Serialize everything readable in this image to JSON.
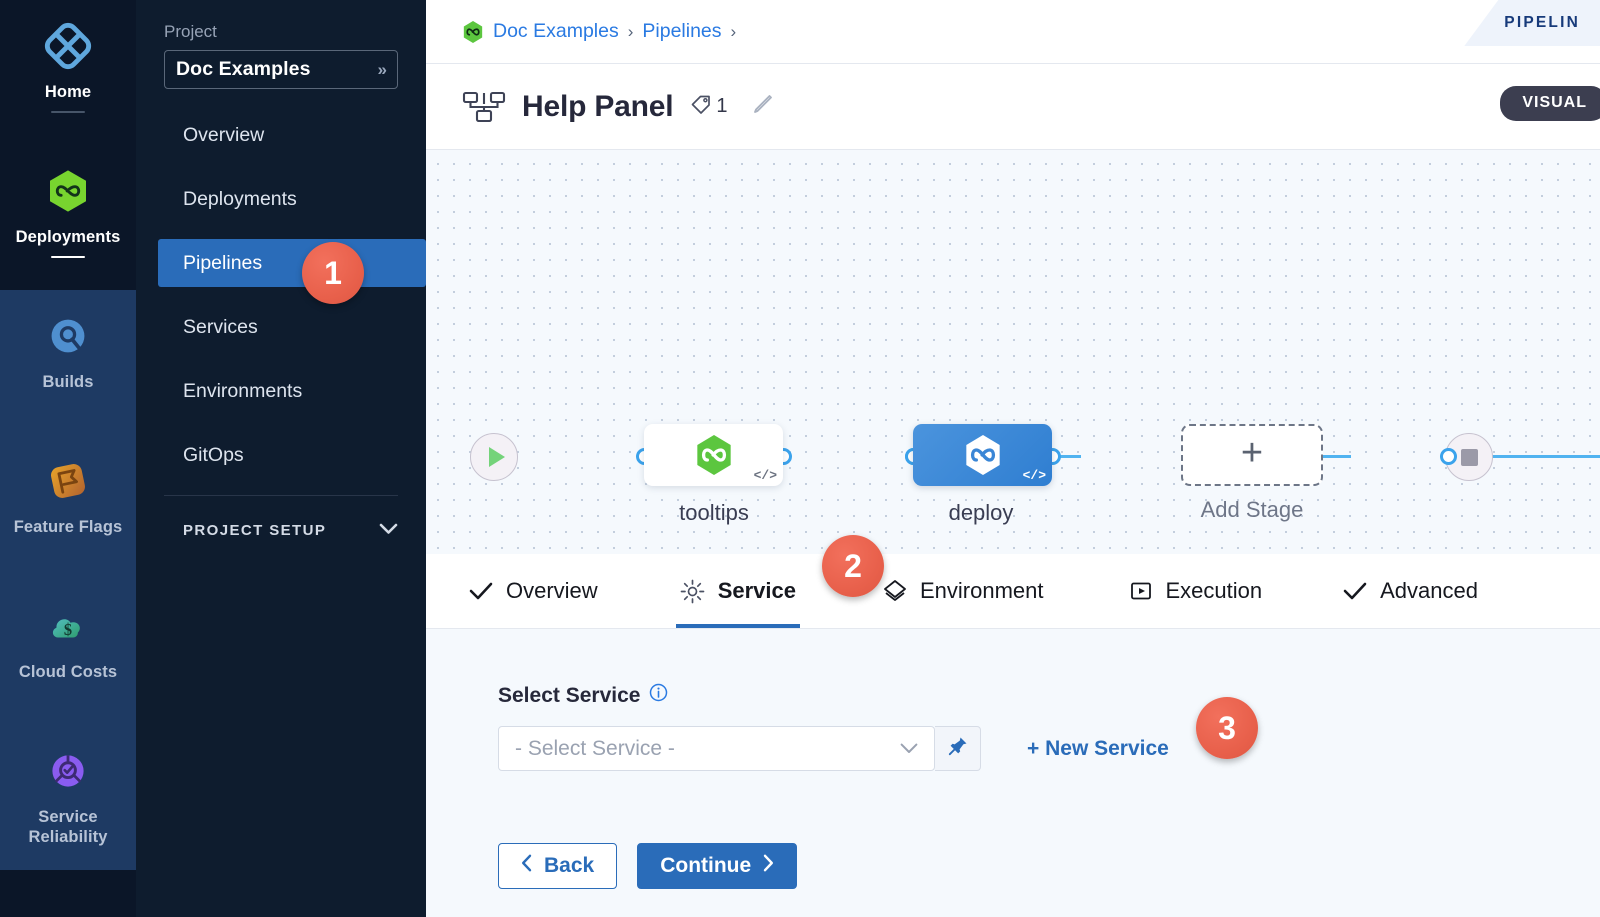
{
  "module_rail": {
    "items": [
      {
        "label": "Home",
        "icon": "home-diamond-icon",
        "state": "current",
        "underline": "dim"
      },
      {
        "label": "Deployments",
        "icon": "deployments-infinity-icon",
        "state": "active",
        "underline": "light"
      },
      {
        "label": "Builds",
        "icon": "builds-icon",
        "state": "plain",
        "underline": "none"
      },
      {
        "label": "Feature Flags",
        "icon": "feature-flags-icon",
        "state": "plain",
        "underline": "none"
      },
      {
        "label": "Cloud Costs",
        "icon": "cloud-costs-icon",
        "state": "plain",
        "underline": "none"
      },
      {
        "label": "Service Reliability",
        "icon": "service-reliability-icon",
        "state": "plain",
        "underline": "none"
      }
    ]
  },
  "project_nav": {
    "section_label": "Project",
    "selected_project": "Doc Examples",
    "expand_icon": "chevron-double-right-icon",
    "items": [
      {
        "label": "Overview",
        "selected": false
      },
      {
        "label": "Deployments",
        "selected": false
      },
      {
        "label": "Pipelines",
        "selected": true
      },
      {
        "label": "Services",
        "selected": false
      },
      {
        "label": "Environments",
        "selected": false
      },
      {
        "label": "GitOps",
        "selected": false
      }
    ],
    "setup_label": "PROJECT SETUP",
    "setup_icon": "chevron-down-icon"
  },
  "breadcrumb": {
    "project_icon": "harness-module-icon",
    "crumbs": [
      "Doc Examples",
      "Pipelines"
    ],
    "separator": "›",
    "corner_tab": "PIPELIN"
  },
  "header": {
    "pipeline_icon": "pipeline-nodes-icon",
    "title": "Help Panel",
    "tag_icon": "tag-icon",
    "tag_count": "1",
    "edit_icon": "pencil-icon",
    "mode_badge": "VISUAL"
  },
  "canvas": {
    "start_node_icon": "play-icon",
    "end_node_icon": "stop-icon",
    "stages": [
      {
        "label": "tooltips",
        "icon": "harness-hex-green-icon",
        "code_icon": "code-brackets-icon",
        "selected": false
      },
      {
        "label": "deploy",
        "icon": "harness-hex-white-icon",
        "code_icon": "code-brackets-icon",
        "selected": true
      }
    ],
    "add_stage": {
      "label": "Add Stage",
      "icon": "plus-icon"
    }
  },
  "step_tabs": [
    {
      "label": "Overview",
      "icon": "check-icon",
      "active": false
    },
    {
      "label": "Service",
      "icon": "gear-icon",
      "active": true
    },
    {
      "label": "Environment",
      "icon": "layers-diamond-icon",
      "active": false
    },
    {
      "label": "Execution",
      "icon": "play-box-icon",
      "active": false
    },
    {
      "label": "Advanced",
      "icon": "check-icon",
      "active": false
    }
  ],
  "form": {
    "select_service_label": "Select Service",
    "info_icon": "info-circle-icon",
    "select_placeholder": "- Select Service -",
    "select_caret_icon": "chevron-down-icon",
    "pin_icon": "pin-icon",
    "new_service_label": "+ New Service",
    "back_label": "Back",
    "back_icon": "chevron-left-icon",
    "continue_label": "Continue",
    "continue_icon": "chevron-right-icon"
  },
  "markers": [
    {
      "number": "1"
    },
    {
      "number": "2"
    },
    {
      "number": "3"
    }
  ],
  "colors": {
    "accent_blue": "#2a6cb9",
    "marker_orange": "#e8604b",
    "rail_dark": "#0b1628",
    "rail_blue": "#1e3a63",
    "nav_dark": "#0e1c2e",
    "canvas_bg": "#f5f9fd",
    "edge_blue": "#50b3f0",
    "harness_green": "#6bbf3e"
  }
}
